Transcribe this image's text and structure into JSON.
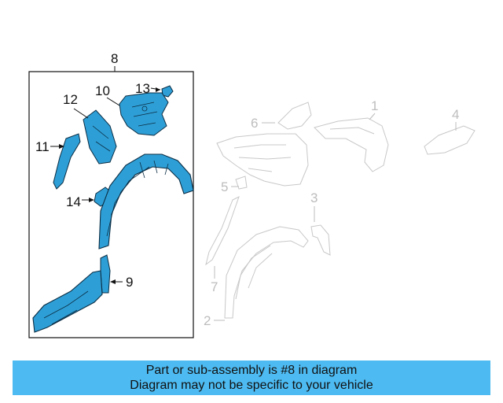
{
  "callouts": {
    "c8": "8",
    "c10": "10",
    "c12": "12",
    "c13": "13",
    "c11": "11",
    "c14": "14",
    "c9": "9",
    "c1": "1",
    "c2": "2",
    "c3": "3",
    "c4": "4",
    "c5": "5",
    "c6": "6",
    "c7": "7"
  },
  "banner": {
    "line1": "Part or sub-assembly is #8 in diagram",
    "line2": "Diagram may not be specific to your vehicle"
  },
  "colors": {
    "highlight_fill": "#2e9fd6",
    "highlight_stroke": "#0b2d44",
    "ghost_stroke": "#c8c8c8",
    "banner_bg": "#4dbbf2"
  }
}
